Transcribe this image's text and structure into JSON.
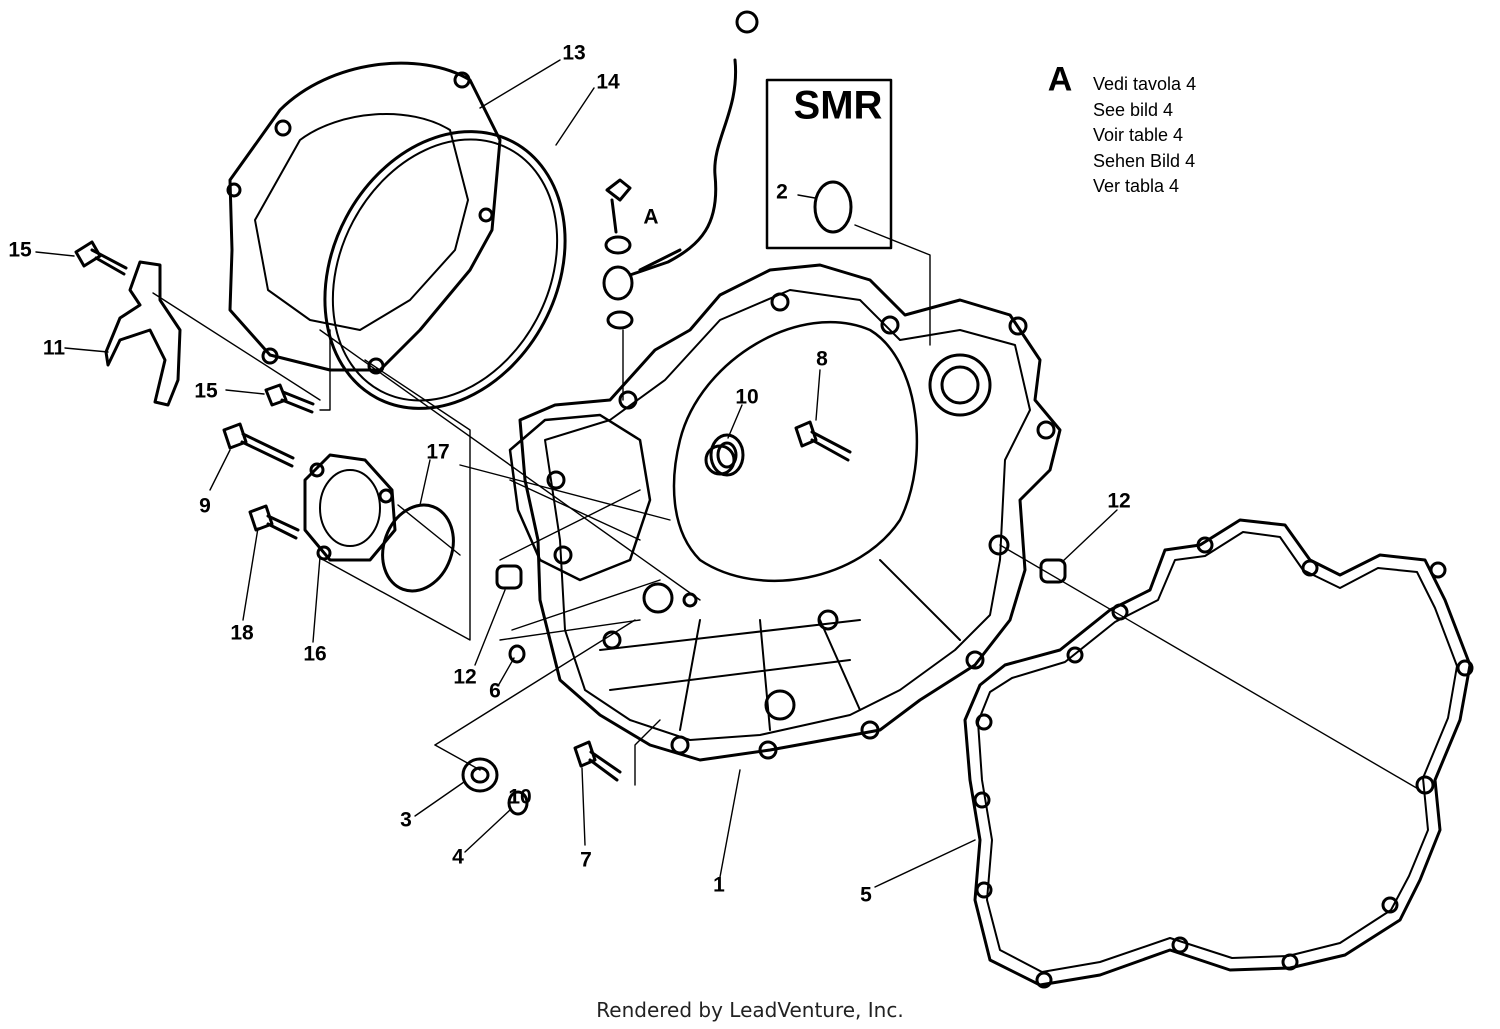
{
  "smr_box": {
    "title": "SMR",
    "part": "2"
  },
  "reference": {
    "letter": "A",
    "lines": [
      "Vedi tavola 4",
      "See bild 4",
      "Voir table 4",
      "Sehen Bild 4",
      "Ver tabla 4"
    ]
  },
  "callouts": {
    "c1": "1",
    "c3": "3",
    "c4": "4",
    "c5": "5",
    "c6": "6",
    "c7": "7",
    "c8": "8",
    "c9": "9",
    "c10": "10",
    "c11": "11",
    "c12a": "12",
    "c12b": "12",
    "c13": "13",
    "c14": "14",
    "c15a": "15",
    "c15b": "15",
    "c16": "16",
    "c17": "17",
    "c18": "18",
    "cA": "A",
    "c10b": "10"
  },
  "footer": "Rendered by LeadVenture, Inc."
}
